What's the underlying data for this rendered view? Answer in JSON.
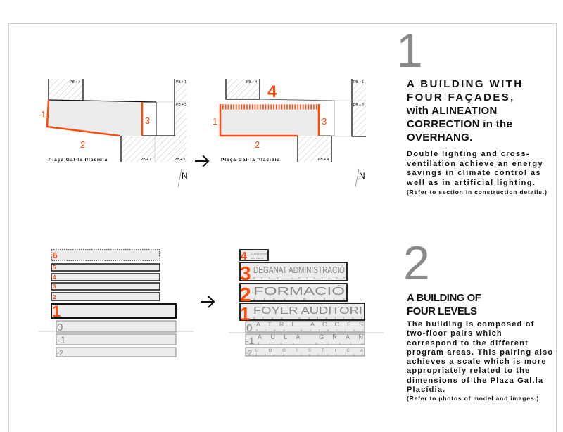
{
  "section1": {
    "number": "1",
    "title_line1": "A BUILDING WITH",
    "title_line2": "FOUR FAÇADES,",
    "title_line3": "with ALINEATION",
    "title_line4": "CORRECTION in the",
    "title_line5": "OVERHANG.",
    "body": "Double lighting and cross-ventilation achieve an energy savings in climate control as well as in artificial lighting.",
    "note": "(Refer to section in construction details.)"
  },
  "section2": {
    "number": "2",
    "title_line1": "A BUILDING OF",
    "title_line2": "FOUR LEVELS",
    "body": "The building is composed of two-floor pairs which correspond to the different program areas. This pairing also achieves a scale which is more appropriately related to the dimensions of the Plaza Gal.la Placídia.",
    "note": "(Refer to photos of model and images.)"
  },
  "plan_before": {
    "facade_labels": [
      "1",
      "2",
      "3"
    ],
    "neighbor_labels": [
      "PB + 4",
      "PB + 1",
      "PB + 5",
      "PB + 1",
      "PB + 5"
    ],
    "plaza_label": "Plaça Gal·la Placídia",
    "north_label": "N"
  },
  "plan_after": {
    "facade_labels": [
      "1",
      "2",
      "3",
      "4"
    ],
    "neighbor_labels": [
      "PB + 4",
      "PB + 1",
      "PB + 2",
      "PB + 4"
    ],
    "plaza_label": "Plaça Gal·la Placídia",
    "north_label": "N"
  },
  "levels_before": [
    "6",
    "5",
    "4",
    "3",
    "2",
    "1",
    "0",
    "-1",
    "-2"
  ],
  "levels_after": [
    {
      "num": "4",
      "name": "LLANTERNA",
      "area": "àrea interior"
    },
    {
      "num": "3",
      "name": "DEGANAT ADMINISTRACIÓ",
      "area": "àrea interior"
    },
    {
      "num": "2",
      "name": "FORMACIÓ",
      "area": "àrea mixta"
    },
    {
      "num": "1",
      "name": "FOYER AUDITORI",
      "area": "àrea exterior"
    },
    {
      "num": "0",
      "name": "ATRI ACCÉS",
      "area": "àrea exterior"
    },
    {
      "num": "-1",
      "name": "AULA GRAN",
      "area": "àrea mixta"
    },
    {
      "num": "-2",
      "name": "LOGÍSTICA",
      "area": "àrea interior"
    }
  ],
  "colors": {
    "accent": "#ff4a0a",
    "fill": "#ececec",
    "gray_text": "#8a8a8a"
  }
}
